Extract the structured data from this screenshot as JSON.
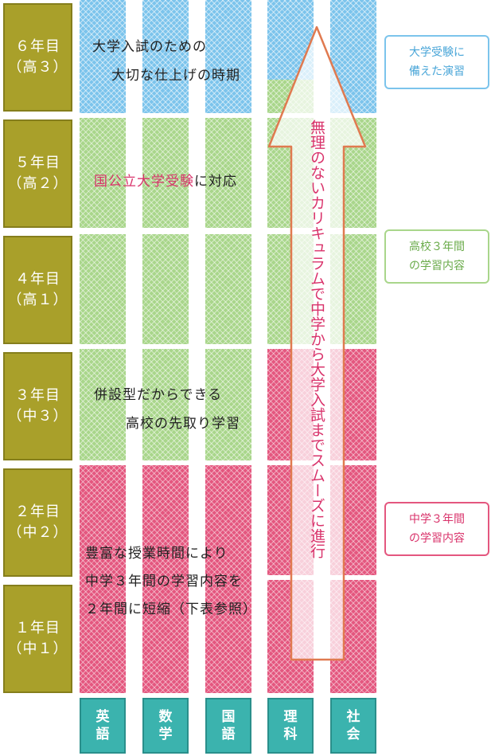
{
  "years": [
    {
      "line1": "６年目",
      "line2": "（高３）"
    },
    {
      "line1": "５年目",
      "line2": "（高２）"
    },
    {
      "line1": "４年目",
      "line2": "（高１）"
    },
    {
      "line1": "３年目",
      "line2": "（中３）"
    },
    {
      "line1": "２年目",
      "line2": "（中２）"
    },
    {
      "line1": "１年目",
      "line2": "（中１）"
    }
  ],
  "subjects": [
    {
      "c1": "英",
      "c2": "語"
    },
    {
      "c1": "数",
      "c2": "学"
    },
    {
      "c1": "国",
      "c2": "語"
    },
    {
      "c1": "理",
      "c2": "科"
    },
    {
      "c1": "社",
      "c2": "会"
    }
  ],
  "captions": {
    "y6_line1": "大学入試のための",
    "y6_line2": "大切な仕上げの時期",
    "y5_highlight": "国公立大学受験",
    "y5_rest": "に対応",
    "y3_line1": "併設型だからできる",
    "y3_line2": "高校の先取り学習",
    "y12_line1": "豊富な授業時間により",
    "y12_line2": "中学３年間の学習内容を",
    "y12_line3": "２年間に短縮（下表参照）"
  },
  "notes": {
    "blue_line1": "大学受験に",
    "blue_line2": "備えた演習",
    "green_line1": "高校３年間",
    "green_line2": "の学習内容",
    "pink_line1": "中学３年間",
    "pink_line2": "の学習内容"
  },
  "arrow_text": "無理のないカリキュラムで中学から大学入試までスムーズに進行",
  "colors": {
    "year_label": "#a9a02a",
    "subject_tab": "#3bb3ae",
    "blue": "#7cc4ec",
    "green": "#a9d68b",
    "pink": "#e4577f",
    "accent_text": "#d9336b"
  }
}
